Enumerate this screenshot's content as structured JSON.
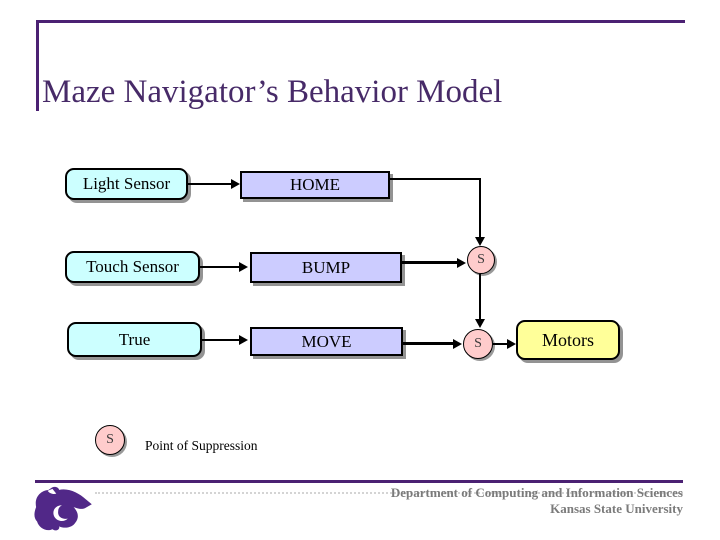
{
  "slide": {
    "title": "Maze Navigator’s Behavior Model",
    "diagram": {
      "boxes": {
        "light_sensor": "Light Sensor",
        "touch_sensor": "Touch Sensor",
        "true_input": "True",
        "home": "HOME",
        "bump": "BUMP",
        "move": "MOVE",
        "motors": "Motors"
      },
      "suppression_nodes": {
        "s1": "S",
        "s2": "S"
      },
      "legend": {
        "symbol": "S",
        "label": "Point of Suppression"
      }
    },
    "footer": {
      "department": "Department of Computing and Information Sciences",
      "university": "Kansas State University",
      "logo": "kstate-powercat"
    },
    "colors": {
      "sensor_fill": "#CCFFFF",
      "behavior_fill": "#CCCCFF",
      "output_fill": "#FFFF99",
      "suppression_fill": "#FFCCCC",
      "accent_purple": "#512888",
      "border_purple": "#4B2173",
      "title_purple": "#472A68",
      "footer_gray": "#7B7B7B"
    }
  }
}
